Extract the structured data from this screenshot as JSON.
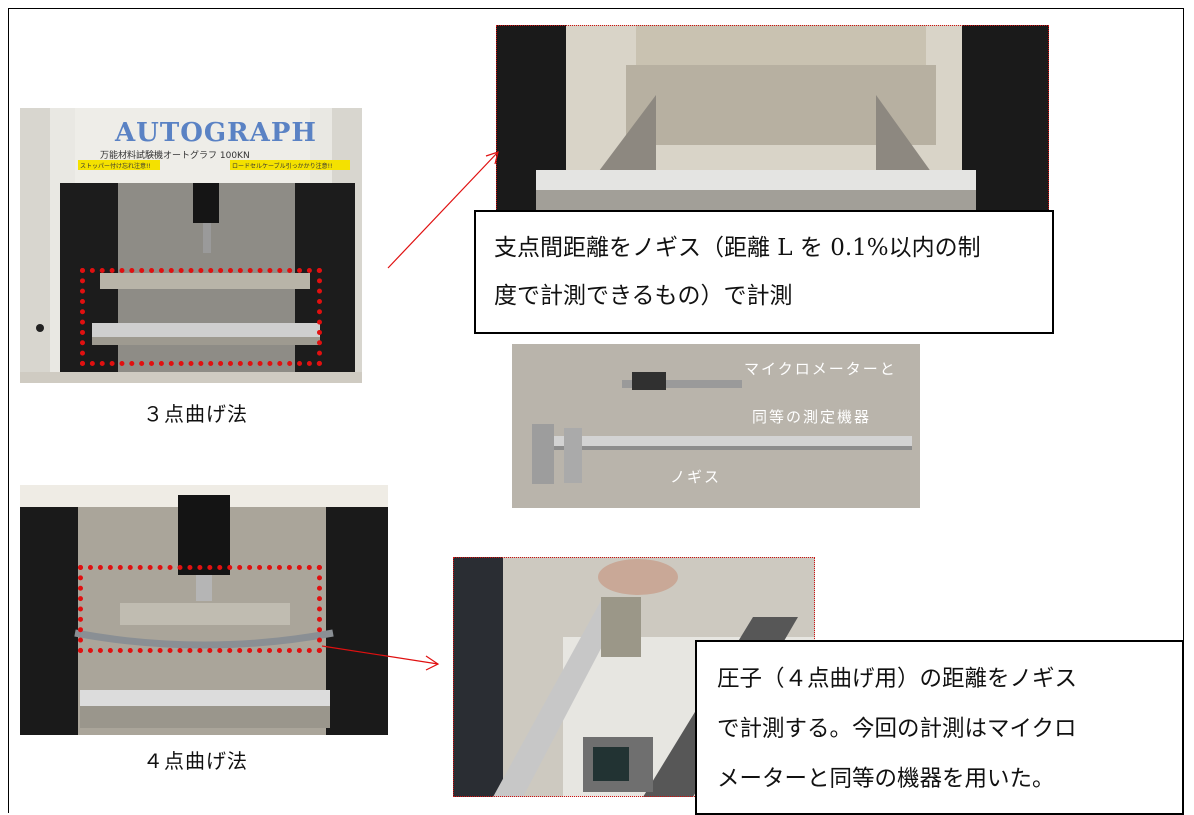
{
  "photo1": {
    "brand": "AUTOGRAPH",
    "machine_label": "万能材料試験機オートグラフ 100KN",
    "warning_left": "ストッパー付け忘れ注意!!",
    "warning_right": "ロードセルケーブル引っかかり注意!!"
  },
  "caption_3pt": "３点曲げ法",
  "caption_4pt": "４点曲げ法",
  "callout_top": {
    "line1": "支点間距離をノギス（距離 L を 0.1%以内の制",
    "line2": "度で計測できるもの）で計測"
  },
  "tools_photo": {
    "label_micrometer": "マイクロメーターと",
    "label_equivalent": "同等の測定機器",
    "label_caliper": "ノギス"
  },
  "callout_bottom": {
    "line1": "圧子（４点曲げ用）の距離をノギス",
    "line2": "で計測する。今回の計測はマイクロ",
    "line3": "メーターと同等の機器を用いた。"
  },
  "colors": {
    "highlight": "#e01010",
    "border": "#000000"
  }
}
